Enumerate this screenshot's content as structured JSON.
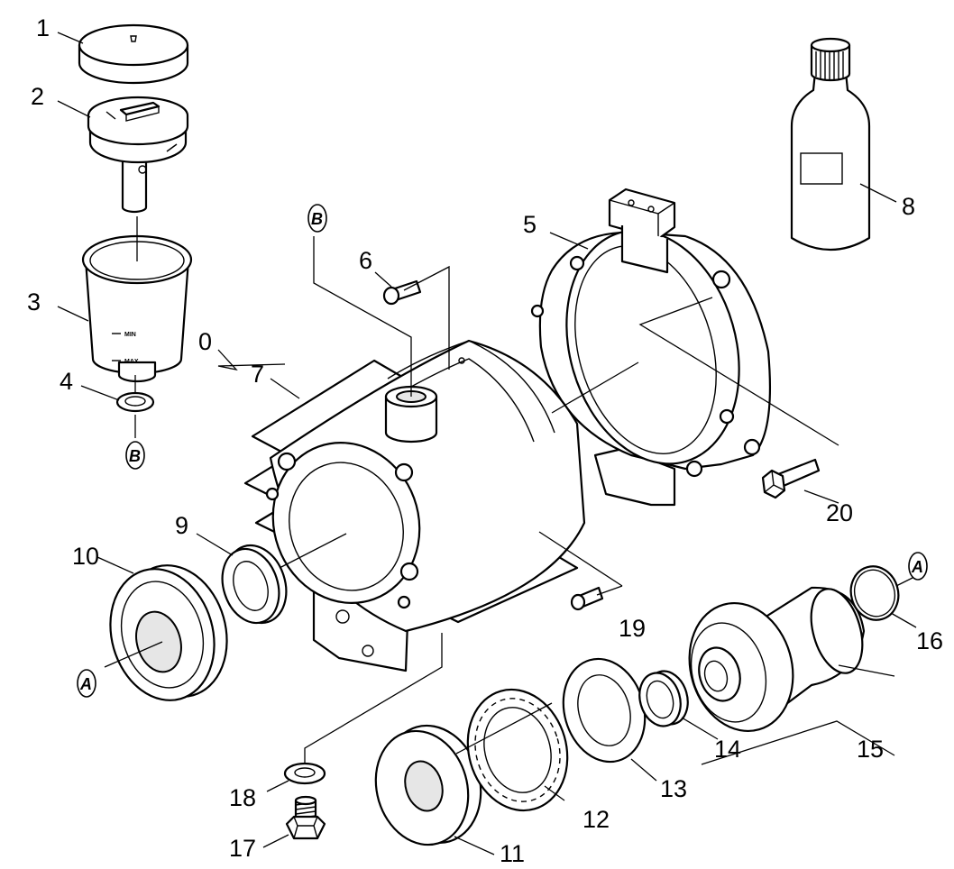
{
  "callouts": {
    "c0": "0",
    "c1": "1",
    "c2": "2",
    "c3": "3",
    "c4": "4",
    "c5": "5",
    "c6": "6",
    "c7": "7",
    "c8": "8",
    "c9": "9",
    "c10": "10",
    "c11": "11",
    "c12": "12",
    "c13": "13",
    "c14": "14",
    "c15": "15",
    "c16": "16",
    "c17": "17",
    "c18": "18",
    "c19": "19",
    "c20": "20"
  },
  "cup_labels": {
    "min": "MIN",
    "max": "MAX"
  },
  "reference_marks": {
    "a": "A",
    "b": "B"
  }
}
